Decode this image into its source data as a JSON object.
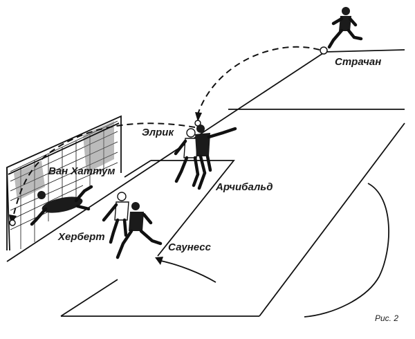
{
  "figure": {
    "caption": "Рис. 2",
    "players": {
      "strachan": "Страчан",
      "elrik": "Элрик",
      "archibald": "Арчибальд",
      "van_hattum": "Ван Хаттум",
      "herbert": "Херберт",
      "souness": "Саунесс"
    }
  },
  "colors": {
    "ink": "#111111",
    "paper": "#ffffff"
  }
}
